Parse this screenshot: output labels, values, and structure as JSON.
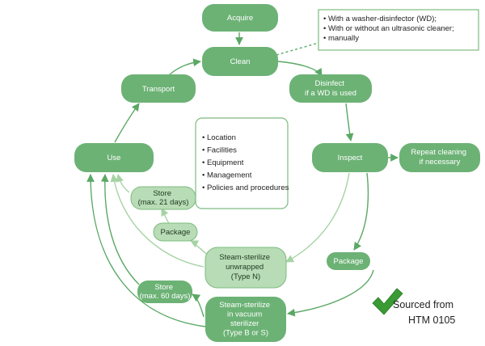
{
  "colors": {
    "node_dark": "#6cb275",
    "node_light": "#b8dcb6",
    "node_light_border": "#7dbb7f",
    "arrow_dark": "#5aa865",
    "arrow_light": "#a6d3a4",
    "box_border": "#7dbb7f",
    "check": "#3a9a34"
  },
  "nodes": {
    "acquire": {
      "lines": [
        "Acquire"
      ]
    },
    "clean": {
      "lines": [
        "Clean"
      ]
    },
    "disinfect": {
      "lines": [
        "Disinfect",
        "if a WD is used"
      ]
    },
    "transport": {
      "lines": [
        "Transport"
      ]
    },
    "use": {
      "lines": [
        "Use"
      ]
    },
    "inspect": {
      "lines": [
        "Inspect"
      ]
    },
    "repeat_cleaning": {
      "lines": [
        "Repeat cleaning",
        "if necessary"
      ]
    },
    "store_21": {
      "lines": [
        "Store",
        "(max. 21 days)"
      ]
    },
    "package_light": {
      "lines": [
        "Package"
      ]
    },
    "steam_unwrapped": {
      "lines": [
        "Steam-sterilize",
        "unwrapped",
        "(Type N)"
      ]
    },
    "package_dark": {
      "lines": [
        "Package"
      ]
    },
    "store_60": {
      "lines": [
        "Store",
        "(max. 60 days)"
      ]
    },
    "steam_vacuum": {
      "lines": [
        "Steam-sterilize",
        "in vacuum",
        "sterilizer",
        "(Type B or S)"
      ]
    }
  },
  "clean_note": {
    "items": [
      "With a washer-disinfector (WD);",
      "With or without an ultrasonic cleaner;",
      "manually"
    ]
  },
  "center_box": {
    "items": [
      "Location",
      "Facilities",
      "Equipment",
      "Management",
      "Policies and procedures"
    ]
  },
  "source": {
    "line1": "Sourced from",
    "line2": "HTM 0105",
    "icon": "checkmark-icon"
  }
}
